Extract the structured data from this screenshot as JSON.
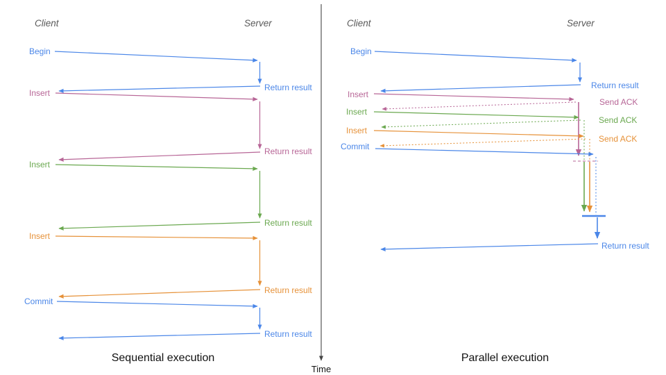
{
  "colors": {
    "blue": "#4a86e8",
    "pink": "#b76596",
    "green": "#6aa84f",
    "orange": "#e69138",
    "header_gray": "#595959",
    "axis_gray": "#454545",
    "caption_black": "#111111"
  },
  "time_axis": {
    "label": "Time"
  },
  "left": {
    "title": "Sequential execution",
    "headers": {
      "client": "Client",
      "server": "Server"
    },
    "ops": [
      {
        "label": "Begin",
        "color": "blue",
        "response": "Return result"
      },
      {
        "label": "Insert",
        "color": "pink",
        "response": "Return result"
      },
      {
        "label": "Insert",
        "color": "green",
        "response": "Return result"
      },
      {
        "label": "Insert",
        "color": "orange",
        "response": "Return result"
      },
      {
        "label": "Commit",
        "color": "blue",
        "response": "Return result"
      }
    ]
  },
  "right": {
    "title": "Parallel execution",
    "headers": {
      "client": "Client",
      "server": "Server"
    },
    "ops": [
      {
        "label": "Begin",
        "color": "blue",
        "response": "Return result"
      },
      {
        "label": "Insert",
        "color": "pink",
        "response": "Send ACK"
      },
      {
        "label": "Insert",
        "color": "green",
        "response": "Send ACK"
      },
      {
        "label": "Insert",
        "color": "orange",
        "response": "Send ACK"
      },
      {
        "label": "Commit",
        "color": "blue",
        "response": "Return result"
      }
    ]
  }
}
